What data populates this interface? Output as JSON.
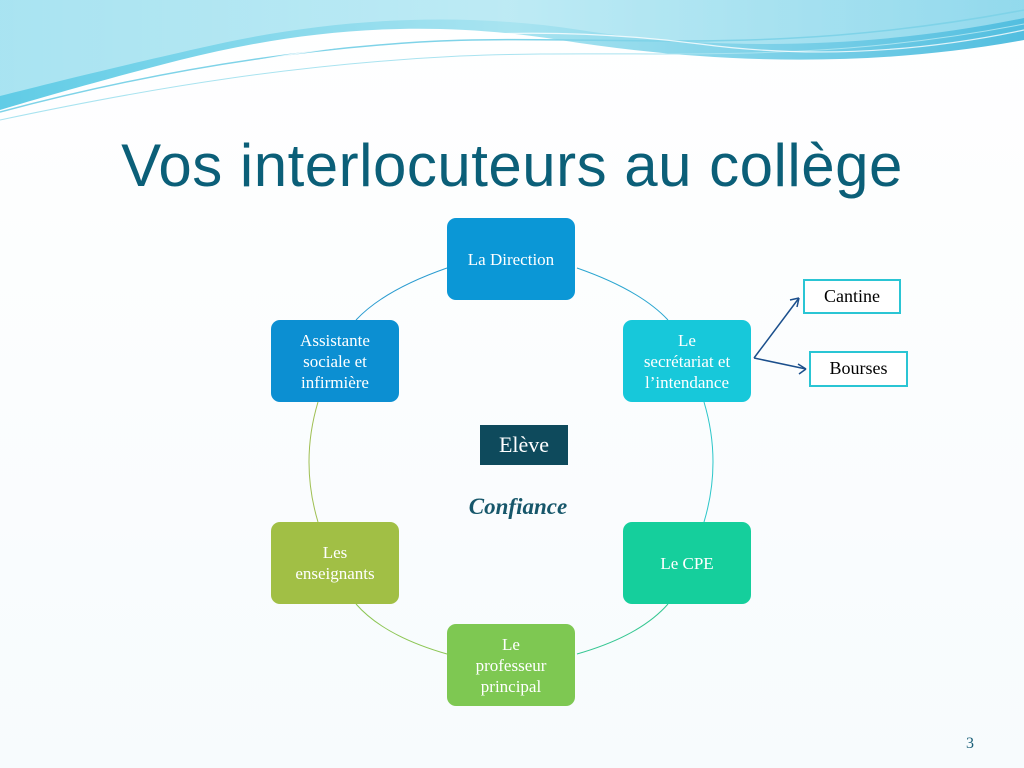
{
  "title": "Vos interlocuteurs au collège",
  "diagram": {
    "center_label": "Elève",
    "center_caption": "Confiance",
    "nodes": [
      {
        "id": "direction",
        "label": "La Direction",
        "color": "#0b97d6"
      },
      {
        "id": "secretariat",
        "label": "Le\nsecrétariat et\nl’intendance",
        "color": "#17c8da"
      },
      {
        "id": "cpe",
        "label": "Le CPE",
        "color": "#15cf9c"
      },
      {
        "id": "professeur",
        "label": "Le\nprofesseur\nprincipal",
        "color": "#7ec852"
      },
      {
        "id": "enseignants",
        "label": "Les\nenseignants",
        "color": "#a1bf45"
      },
      {
        "id": "assistante",
        "label": "Assistante\nsociale et\ninfirmière",
        "color": "#0c8fd2"
      }
    ],
    "branches": [
      {
        "label": "Cantine"
      },
      {
        "label": "Bourses"
      }
    ]
  },
  "colors": {
    "title": "#0b5f78",
    "center_box": "#0e4a5c",
    "branch_border": "#2ac5d4",
    "arrow": "#1b4f8c"
  },
  "page_number": "3"
}
